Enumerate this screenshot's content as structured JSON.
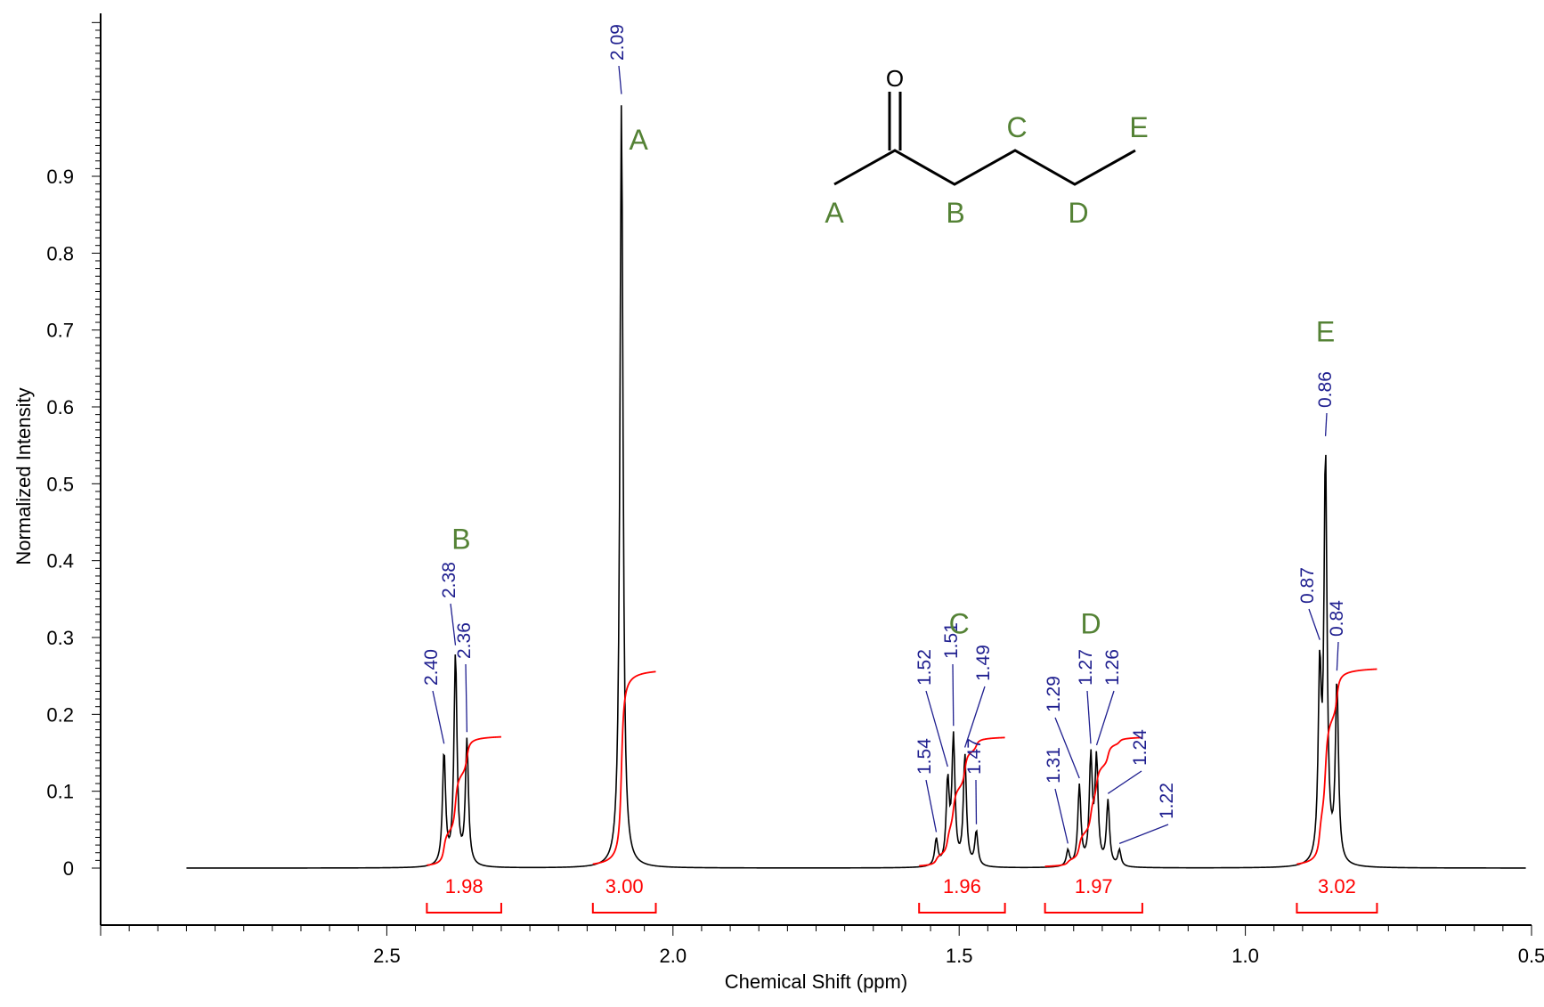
{
  "chart_data": {
    "type": "line",
    "xlabel": "Chemical Shift (ppm)",
    "ylabel": "Normalized Intensity",
    "xlim": [
      3.0,
      0.5
    ],
    "ylim": [
      -0.075,
      1.115
    ],
    "x_reversed": true,
    "x_ticks": [
      2.5,
      2.0,
      1.5,
      1.0,
      0.5
    ],
    "x_tick_labels": [
      "2.5",
      "2.0",
      "1.5",
      "1.0",
      "0.5"
    ],
    "y_ticks": [
      0,
      0.1,
      0.2,
      0.3,
      0.4,
      0.5,
      0.6,
      0.7,
      0.8,
      0.9
    ],
    "y_tick_labels": [
      "0",
      "0.1",
      "0.2",
      "0.3",
      "0.4",
      "0.5",
      "0.6",
      "0.7",
      "0.8",
      "0.9"
    ],
    "grid": false,
    "colors": {
      "spectrum": "#000000",
      "integral": "#ff0000",
      "peak_label": "#1f1f8f",
      "assignment": "#548235"
    },
    "series": [
      {
        "peaks": [
          {
            "x": 2.4,
            "y": 0.155
          },
          {
            "x": 2.38,
            "y": 0.283
          },
          {
            "x": 2.36,
            "y": 0.17
          },
          {
            "x": 2.09,
            "y": 1.0
          },
          {
            "x": 1.54,
            "y": 0.04
          },
          {
            "x": 1.52,
            "y": 0.125
          },
          {
            "x": 1.51,
            "y": 0.178
          },
          {
            "x": 1.49,
            "y": 0.15
          },
          {
            "x": 1.47,
            "y": 0.05
          },
          {
            "x": 1.31,
            "y": 0.025
          },
          {
            "x": 1.29,
            "y": 0.11
          },
          {
            "x": 1.27,
            "y": 0.155
          },
          {
            "x": 1.26,
            "y": 0.153
          },
          {
            "x": 1.24,
            "y": 0.09
          },
          {
            "x": 1.22,
            "y": 0.025
          },
          {
            "x": 0.87,
            "y": 0.29
          },
          {
            "x": 0.86,
            "y": 0.555
          },
          {
            "x": 0.84,
            "y": 0.25
          }
        ]
      }
    ],
    "peak_labels": [
      "2.40",
      "2.38",
      "2.36",
      "2.09",
      "1.54",
      "1.52",
      "1.51",
      "1.49",
      "1.47",
      "1.31",
      "1.29",
      "1.27",
      "1.26",
      "1.24",
      "1.22",
      "0.87",
      "0.86",
      "0.84"
    ],
    "integrals": [
      {
        "from": 2.43,
        "to": 2.3,
        "value": "1.98",
        "height": 0.173
      },
      {
        "from": 2.14,
        "to": 2.03,
        "value": "3.00",
        "height": 0.26
      },
      {
        "from": 1.57,
        "to": 1.42,
        "value": "1.96",
        "height": 0.172
      },
      {
        "from": 1.35,
        "to": 1.18,
        "value": "1.97",
        "height": 0.172
      },
      {
        "from": 0.91,
        "to": 0.77,
        "value": "3.02",
        "height": 0.262
      }
    ],
    "assignments": [
      {
        "label": "B",
        "x": 2.37,
        "y": 0.415
      },
      {
        "label": "A",
        "x": 2.06,
        "y": 0.935
      },
      {
        "label": "C",
        "x": 1.5,
        "y": 0.305
      },
      {
        "label": "D",
        "x": 1.27,
        "y": 0.305
      },
      {
        "label": "E",
        "x": 0.86,
        "y": 0.685
      }
    ],
    "structure": {
      "oxygen_label": "O",
      "atom_labels": [
        "A",
        "B",
        "C",
        "D",
        "E"
      ]
    }
  }
}
